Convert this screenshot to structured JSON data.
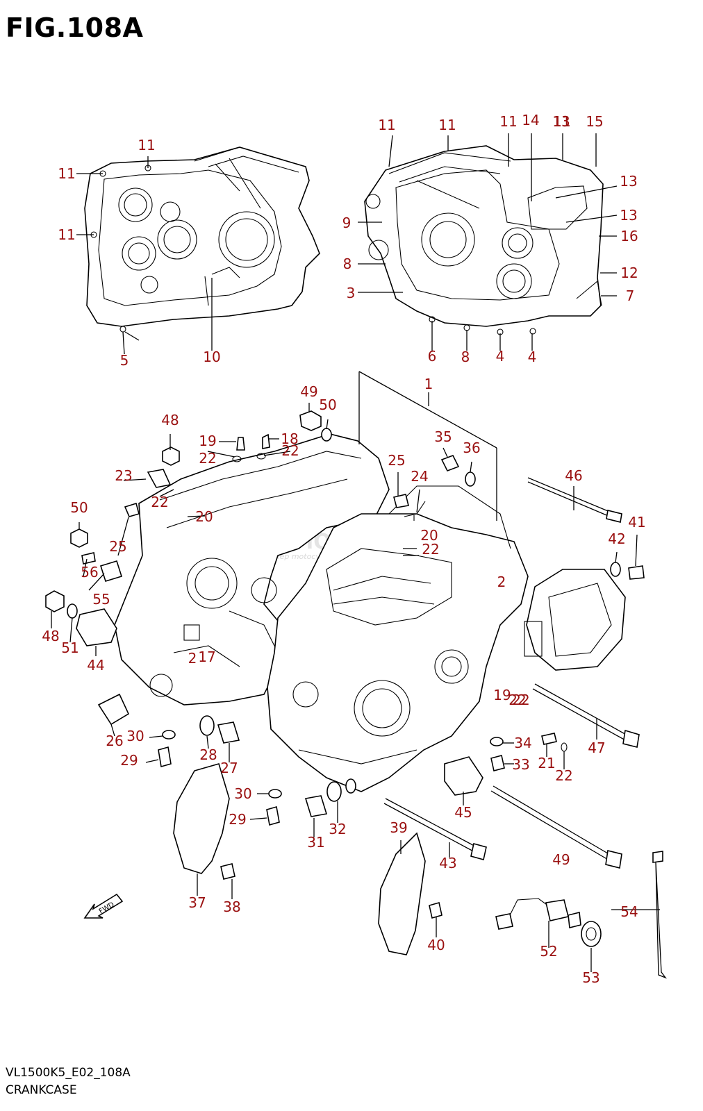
{
  "figure": {
    "title": "FIG.108A",
    "model_code": "VL1500K5_E02_108A",
    "caption": "CRANKCASE"
  },
  "watermark": {
    "text": "SKLEPMOTO24.PL",
    "subtext": "internetowy sklep motocyklowy"
  },
  "fwd_label": "FWD",
  "callouts": [
    "1",
    "2",
    "2",
    "3",
    "4",
    "4",
    "5",
    "6",
    "7",
    "8",
    "8",
    "9",
    "10",
    "11",
    "11",
    "11",
    "11",
    "11",
    "11",
    "11",
    "12",
    "13",
    "13",
    "13",
    "14",
    "15",
    "16",
    "17",
    "18",
    "19",
    "19",
    "20",
    "20",
    "21",
    "22",
    "22",
    "22",
    "22",
    "22",
    "22",
    "22",
    "23",
    "24",
    "25",
    "25",
    "26",
    "27",
    "28",
    "29",
    "29",
    "30",
    "30",
    "31",
    "32",
    "33",
    "34",
    "35",
    "36",
    "37",
    "38",
    "39",
    "40",
    "41",
    "42",
    "43",
    "44",
    "45",
    "46",
    "47",
    "48",
    "48",
    "49",
    "49",
    "50",
    "50",
    "51",
    "52",
    "53",
    "54",
    "55",
    "56"
  ]
}
